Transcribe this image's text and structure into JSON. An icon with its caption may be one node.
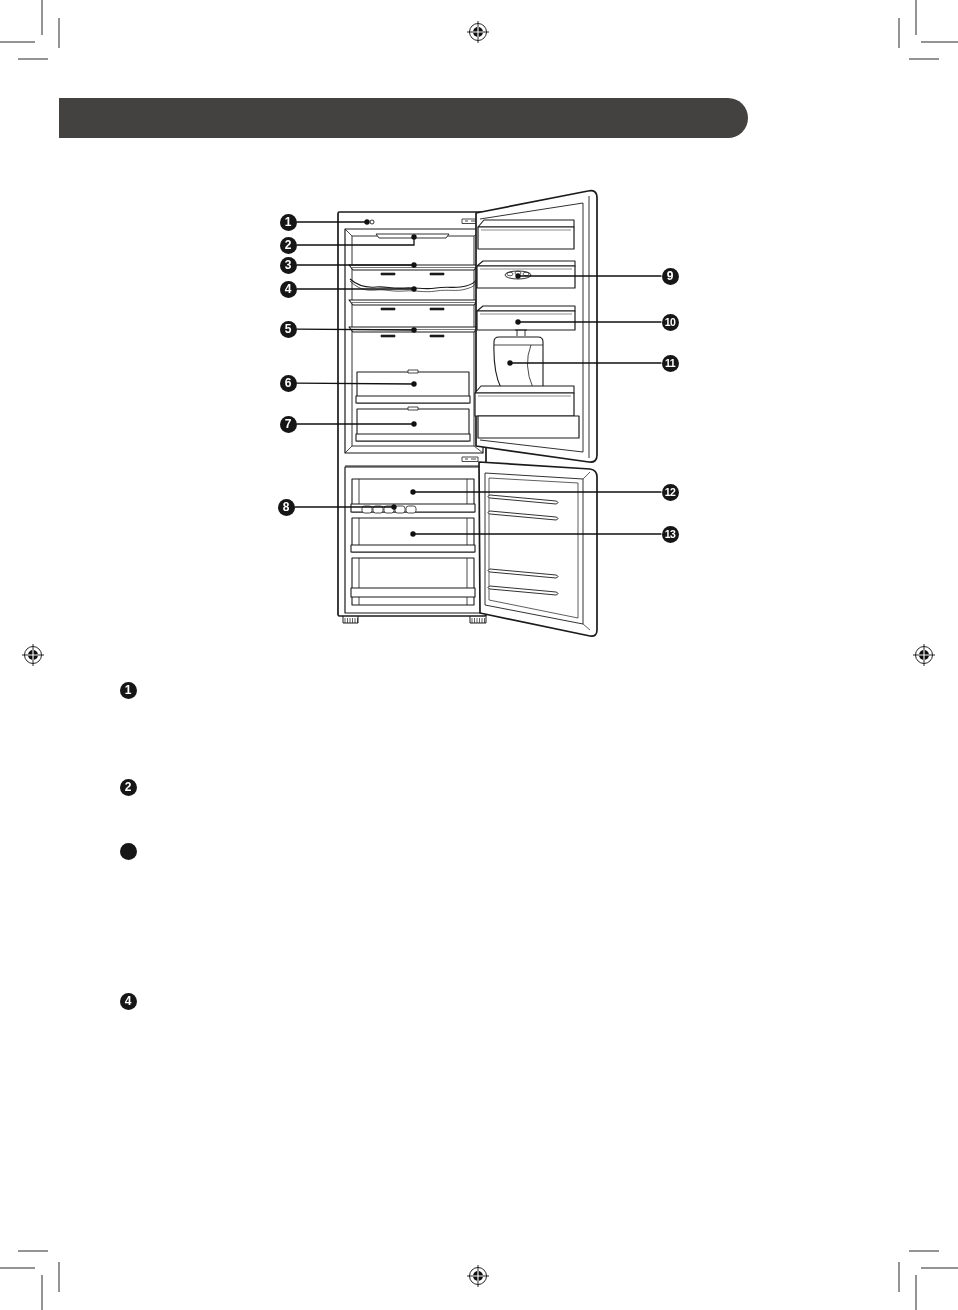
{
  "diagram": {
    "nodes": [
      {
        "text": [
          "1"
        ]
      },
      {
        "text": [
          "2"
        ]
      },
      {
        "text": [
          "3"
        ]
      },
      {
        "text": [
          "4"
        ]
      },
      {
        "text": [
          "5"
        ]
      },
      {
        "text": [
          "6"
        ]
      },
      {
        "text": [
          "7"
        ]
      },
      {
        "text": [
          "8"
        ]
      },
      {
        "text": [
          "9"
        ]
      },
      {
        "text": [
          "10"
        ]
      },
      {
        "text": [
          "11"
        ]
      },
      {
        "text": [
          "12"
        ]
      },
      {
        "text": [
          "13"
        ]
      },
      {
        "text": [
          "1"
        ]
      },
      {
        "text": [
          "2"
        ]
      },
      {
        "text": [],
        "shape": "circle"
      },
      {
        "text": [
          "4"
        ]
      }
    ],
    "edges": [
      {
        "from": 0,
        "to": null,
        "arrow": "other"
      },
      {
        "from": 1,
        "to": null,
        "arrow": "other"
      },
      {
        "from": 2,
        "to": null,
        "arrow": "other"
      },
      {
        "from": 3,
        "to": null,
        "arrow": "other"
      },
      {
        "from": 4,
        "to": null,
        "arrow": "other"
      },
      {
        "from": 5,
        "to": null,
        "arrow": "other"
      },
      {
        "from": 6,
        "to": null,
        "arrow": "other"
      },
      {
        "from": 7,
        "to": null,
        "arrow": "other"
      },
      {
        "from": 8,
        "to": null,
        "arrow": "other"
      },
      {
        "from": 9,
        "to": null,
        "arrow": "other"
      },
      {
        "from": 10,
        "to": null,
        "arrow": "other"
      },
      {
        "from": 11,
        "to": null,
        "arrow": "other"
      },
      {
        "from": 12,
        "to": null,
        "arrow": "other"
      }
    ]
  }
}
